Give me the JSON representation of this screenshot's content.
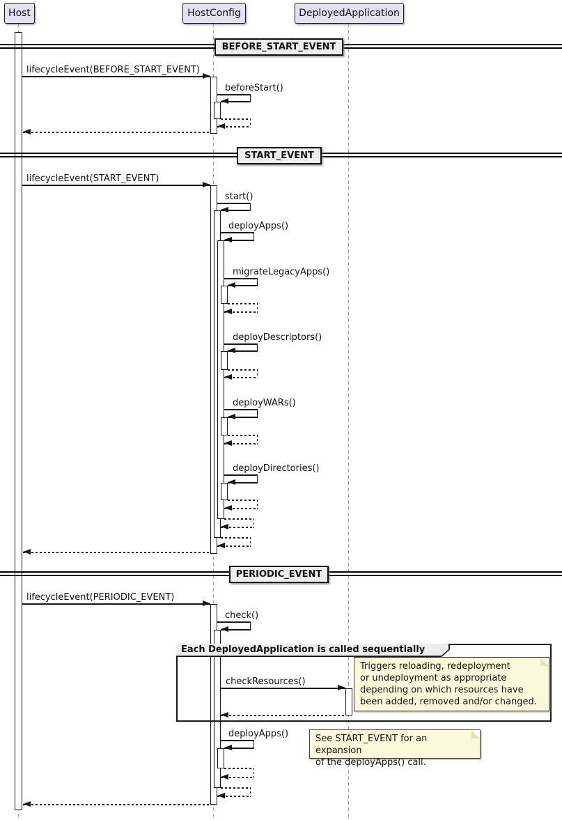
{
  "diagram_type": "uml-sequence-diagram",
  "participants": [
    {
      "label": "Host"
    },
    {
      "label": "HostConfig"
    },
    {
      "label": "DeployedApplication"
    }
  ],
  "dividers": [
    {
      "label": "BEFORE_START_EVENT"
    },
    {
      "label": "START_EVENT"
    },
    {
      "label": "PERIODIC_EVENT"
    }
  ],
  "messages": {
    "lifecycle_before_start": "lifecycleEvent(BEFORE_START_EVENT)",
    "before_start": "beforeStart()",
    "lifecycle_start": "lifecycleEvent(START_EVENT)",
    "start": "start()",
    "deploy_apps": "deployApps()",
    "migrate_legacy_apps": "migrateLegacyApps()",
    "deploy_descriptors": "deployDescriptors()",
    "deploy_wars": "deployWARs()",
    "deploy_directories": "deployDirectories()",
    "lifecycle_periodic": "lifecycleEvent(PERIODIC_EVENT)",
    "check": "check()",
    "check_resources": "checkResources()",
    "deploy_apps_periodic": "deployApps()"
  },
  "group": {
    "label": "Each DeployedApplication is called sequentially"
  },
  "notes": [
    {
      "text": "Triggers reloading, redeployment\nor undeployment as appropriate\ndepending on which resources have\nbeen added, removed and/or changed."
    },
    {
      "text": "See START_EVENT for an expansion\nof the deployApps() call."
    }
  ],
  "colors": {
    "participant_fill": "#E2E2F0",
    "participant_border": "#181818",
    "divider_fill": "#EEEEEE",
    "group_header_fill": "#EEEEEE",
    "note_fill": "#FBFBDC",
    "line": "#181818",
    "background": "#FFFFFF"
  }
}
